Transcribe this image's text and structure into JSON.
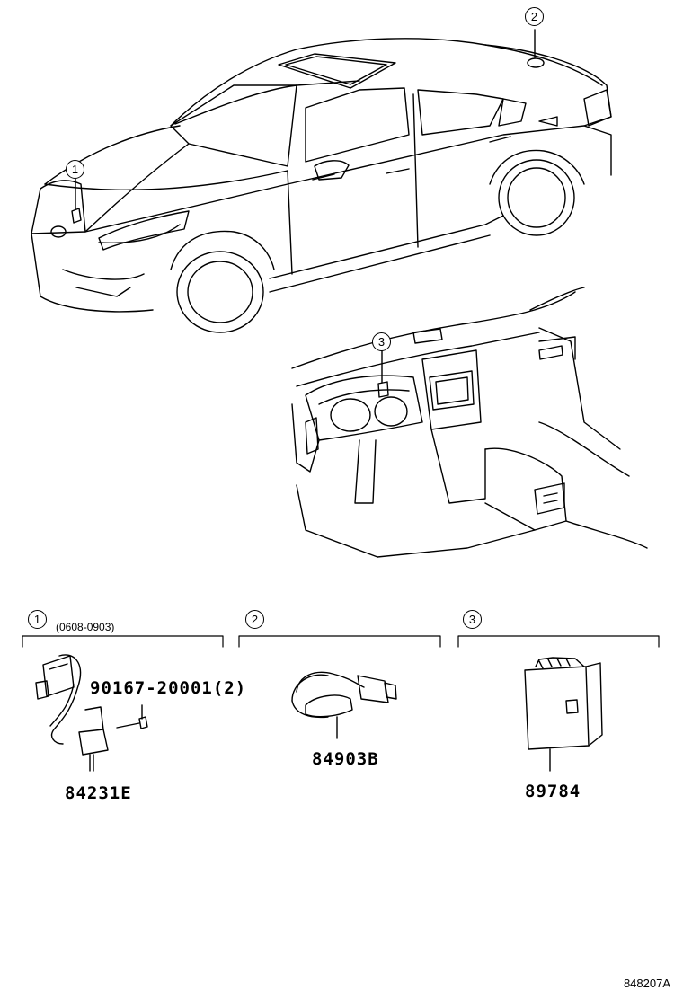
{
  "callouts": {
    "c1": "1",
    "c2": "2",
    "c3": "3"
  },
  "sections": [
    {
      "index": "1",
      "date_range": "(0608-0903)",
      "parts": [
        "90167-20001(2)",
        "84231E"
      ]
    },
    {
      "index": "2",
      "parts": [
        "84903B"
      ]
    },
    {
      "index": "3",
      "parts": [
        "89784"
      ]
    }
  ],
  "diagram_id": "848207A"
}
